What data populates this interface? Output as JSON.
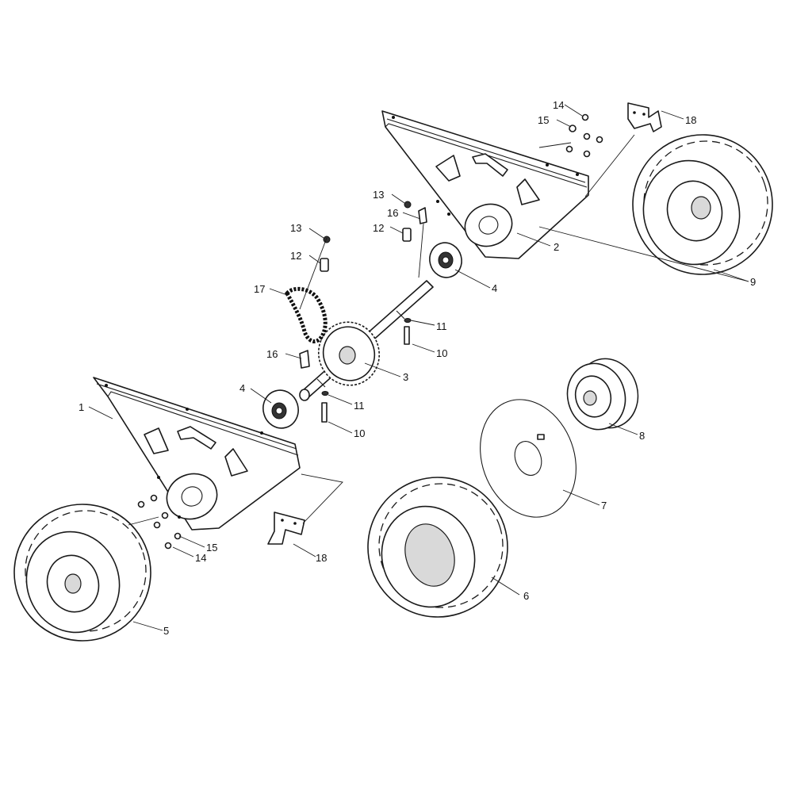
{
  "callouts": [
    {
      "id": "c1",
      "label": "1"
    },
    {
      "id": "c2",
      "label": "2"
    },
    {
      "id": "c3",
      "label": "3"
    },
    {
      "id": "c4a",
      "label": "4"
    },
    {
      "id": "c4b",
      "label": "4"
    },
    {
      "id": "c5",
      "label": "5"
    },
    {
      "id": "c6",
      "label": "6"
    },
    {
      "id": "c7",
      "label": "7"
    },
    {
      "id": "c8",
      "label": "8"
    },
    {
      "id": "c9",
      "label": "9"
    },
    {
      "id": "c10a",
      "label": "10"
    },
    {
      "id": "c10b",
      "label": "10"
    },
    {
      "id": "c11a",
      "label": "11"
    },
    {
      "id": "c11b",
      "label": "11"
    },
    {
      "id": "c12a",
      "label": "12"
    },
    {
      "id": "c12b",
      "label": "12"
    },
    {
      "id": "c13a",
      "label": "13"
    },
    {
      "id": "c13b",
      "label": "13"
    },
    {
      "id": "c14a",
      "label": "14"
    },
    {
      "id": "c14b",
      "label": "14"
    },
    {
      "id": "c15a",
      "label": "15"
    },
    {
      "id": "c15b",
      "label": "15"
    },
    {
      "id": "c16a",
      "label": "16"
    },
    {
      "id": "c16b",
      "label": "16"
    },
    {
      "id": "c17",
      "label": "17"
    },
    {
      "id": "c18a",
      "label": "18"
    },
    {
      "id": "c18b",
      "label": "18"
    }
  ]
}
